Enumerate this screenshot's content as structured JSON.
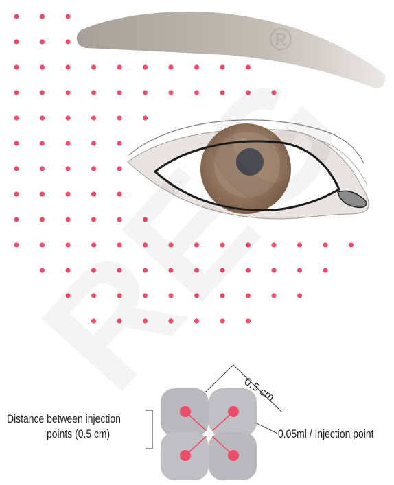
{
  "watermark": {
    "text": "REG",
    "registered_mark": "®"
  },
  "diagram": {
    "distance_label": "0.5 cm",
    "left_label_line1": "Distance between injection",
    "left_label_line2": "points (0.5 cm)",
    "right_label": "0.05ml / Injection point"
  },
  "colors": {
    "dot": "#ec4d6a",
    "brow": "#b3aca4",
    "iris_outer": "#8c6e58",
    "iris_inner": "#a58a72",
    "pupil": "#4b4b53",
    "tile": "#b8b8bc",
    "line": "#333333"
  }
}
